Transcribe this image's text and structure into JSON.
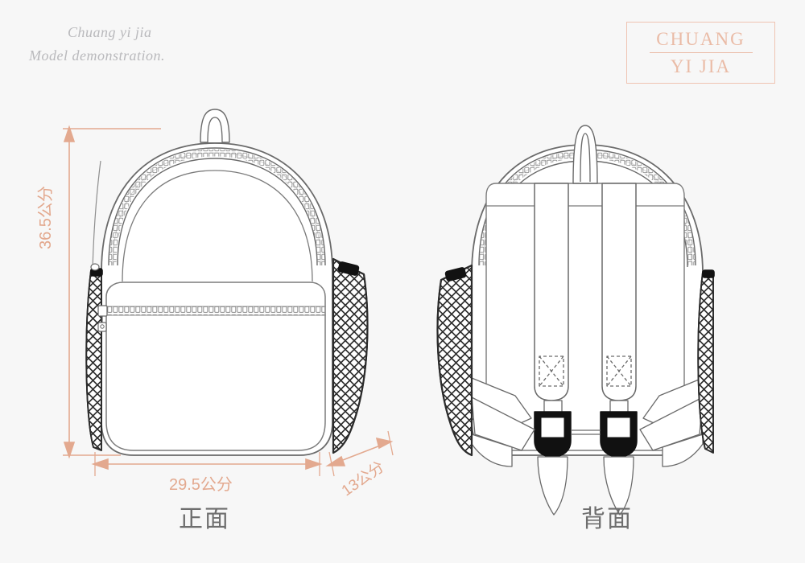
{
  "page": {
    "background_color": "#f7f7f7",
    "accent_color": "#e3a98f",
    "logo_color": "#eabba6",
    "line_color": "#555555",
    "caption_color": "#6e6e6e"
  },
  "header": {
    "script_line_1": "Chuang yi jia",
    "script_line_2": "Model demonstration."
  },
  "logo": {
    "top_text": "CHUANG",
    "bottom_text": "YI JIA"
  },
  "dimensions": {
    "height_label": "36.5公分",
    "width_label": "29.5公分",
    "depth_label": "13公分"
  },
  "views": [
    {
      "id": "front",
      "caption": "正面"
    },
    {
      "id": "back",
      "caption": "背面"
    }
  ],
  "chart_data": {
    "type": "table",
    "title": "Backpack technical drawing dimensions",
    "categories": [
      "Height",
      "Width",
      "Depth"
    ],
    "values": [
      36.5,
      29.5,
      13
    ],
    "unit": "公分",
    "tick_labels": [
      "36.5公分",
      "29.5公分",
      "13公分"
    ],
    "legend": [
      "正面",
      "背面"
    ]
  }
}
